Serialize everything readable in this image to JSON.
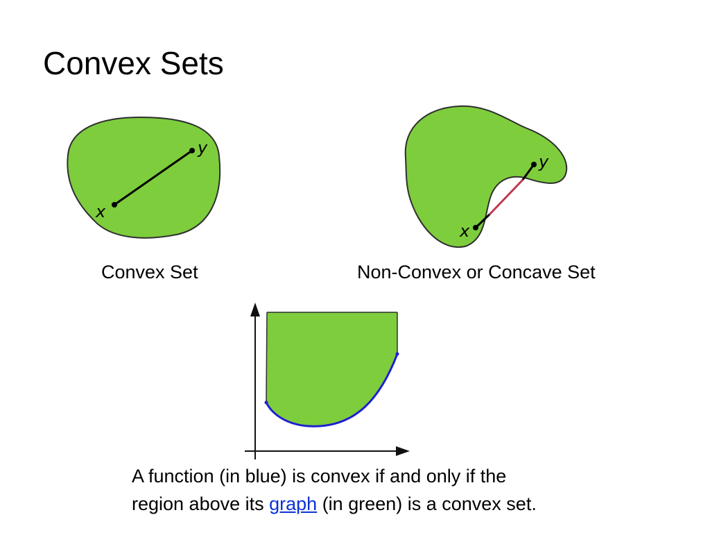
{
  "title": "Convex Sets",
  "figures": {
    "convex": {
      "caption": "Convex Set",
      "point_x": "x",
      "point_y": "y"
    },
    "nonconvex": {
      "caption": "Non-Convex  or Concave Set",
      "point_x": "x",
      "point_y": "y"
    }
  },
  "body": {
    "line1": "A function (in blue) is convex if and only if the",
    "line2_before_link": "region above its ",
    "link": "graph",
    "line2_after_link": " (in green) is a convex set."
  },
  "colors": {
    "region_fill": "#7ecd3d",
    "outline": "#2e2e2e",
    "function_curve": "#1f1fd1",
    "segment_outside": "#c0384b",
    "link": "#0b31d8"
  }
}
